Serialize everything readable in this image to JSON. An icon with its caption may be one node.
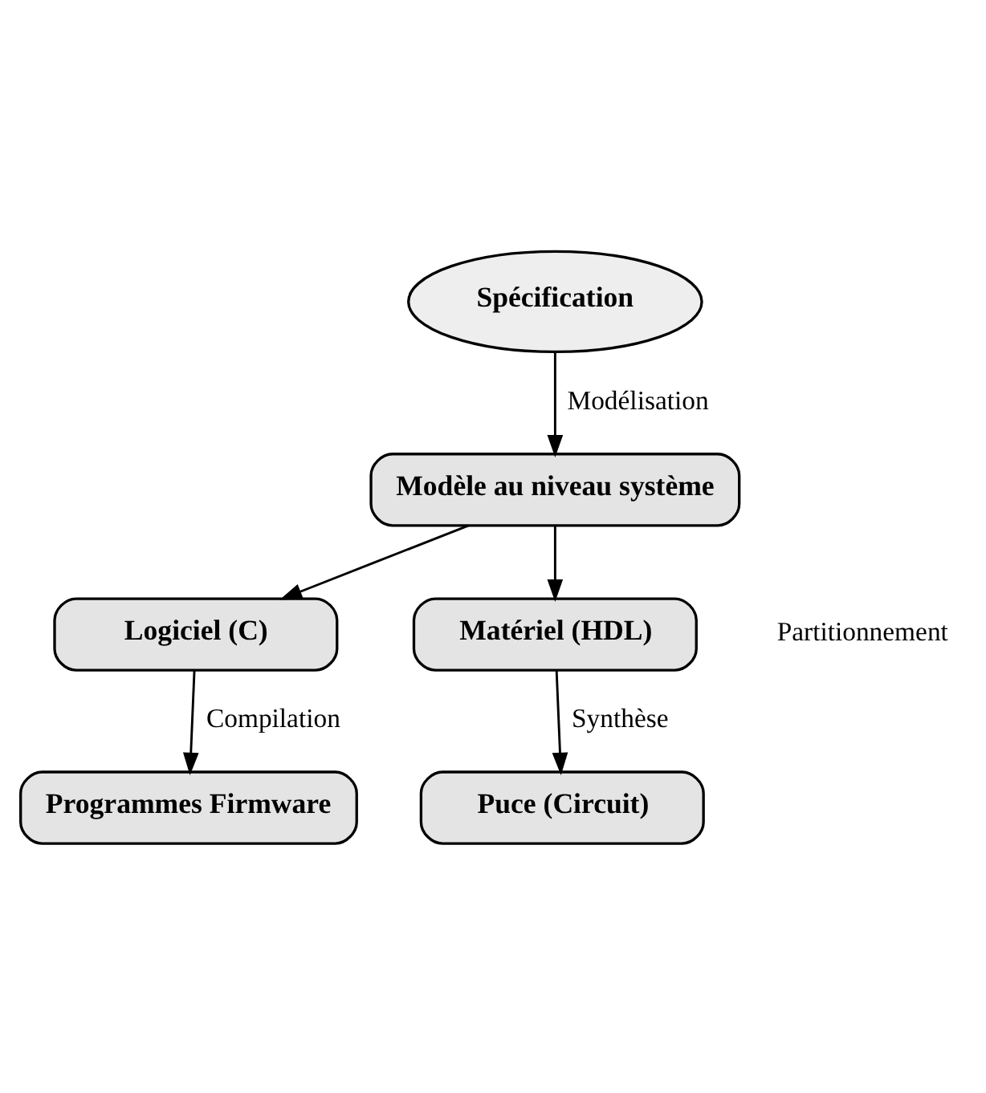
{
  "diagram": {
    "nodes": [
      {
        "text": [
          "Spécification"
        ]
      },
      {
        "text": [
          "Modèle au niveau système"
        ]
      },
      {
        "text": [
          "Logiciel (C)"
        ]
      },
      {
        "text": [
          "Matériel (HDL)"
        ]
      },
      {
        "text": [
          "Programmes Firmware"
        ]
      },
      {
        "text": [
          "Puce (Circuit)"
        ]
      }
    ],
    "edges": [
      {
        "from": 0,
        "to": 1,
        "arrow": "to",
        "label": "Modélisation"
      },
      {
        "from": 1,
        "to": 2,
        "arrow": "to"
      },
      {
        "from": 1,
        "to": 3,
        "arrow": "to"
      },
      {
        "from": 2,
        "to": 4,
        "arrow": "to",
        "label": "Compilation"
      },
      {
        "from": 3,
        "to": 5,
        "arrow": "to",
        "label": "Synthèse"
      }
    ],
    "labels": [
      "Partitionnement"
    ]
  }
}
